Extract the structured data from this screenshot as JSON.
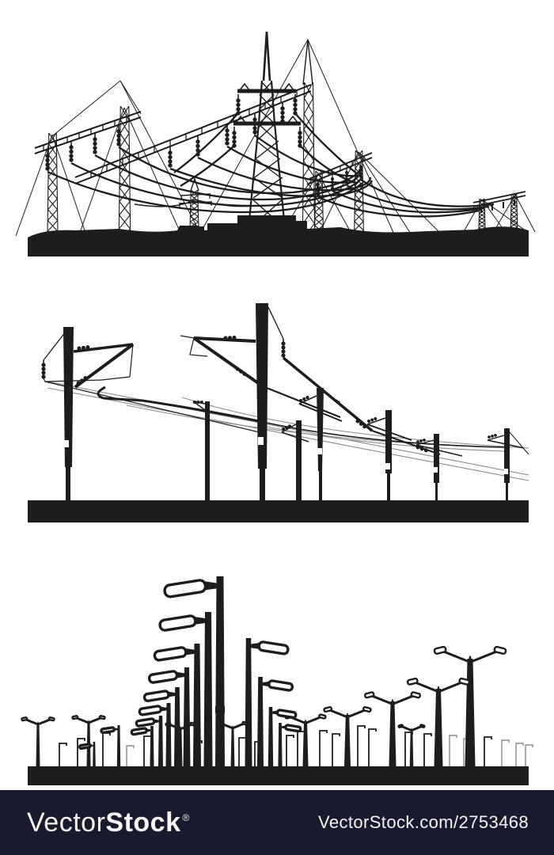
{
  "colors": {
    "ink": "#1e1d1b",
    "wire": "#8a8a8a",
    "paper": "#ffffff",
    "footerbg": "#191a2b",
    "footertext": "#f4f5f7"
  },
  "illustrations": {
    "top": "high-voltage-transmission-towers-silhouette",
    "middle": "railway-catenary-poles-silhouette",
    "bottom": "street-lamps-silhouette"
  },
  "footer": {
    "brand_light": "Vector",
    "brand_bold": "Stock",
    "registered_mark": "®",
    "attribution": "VectorStock.com/2753468"
  }
}
